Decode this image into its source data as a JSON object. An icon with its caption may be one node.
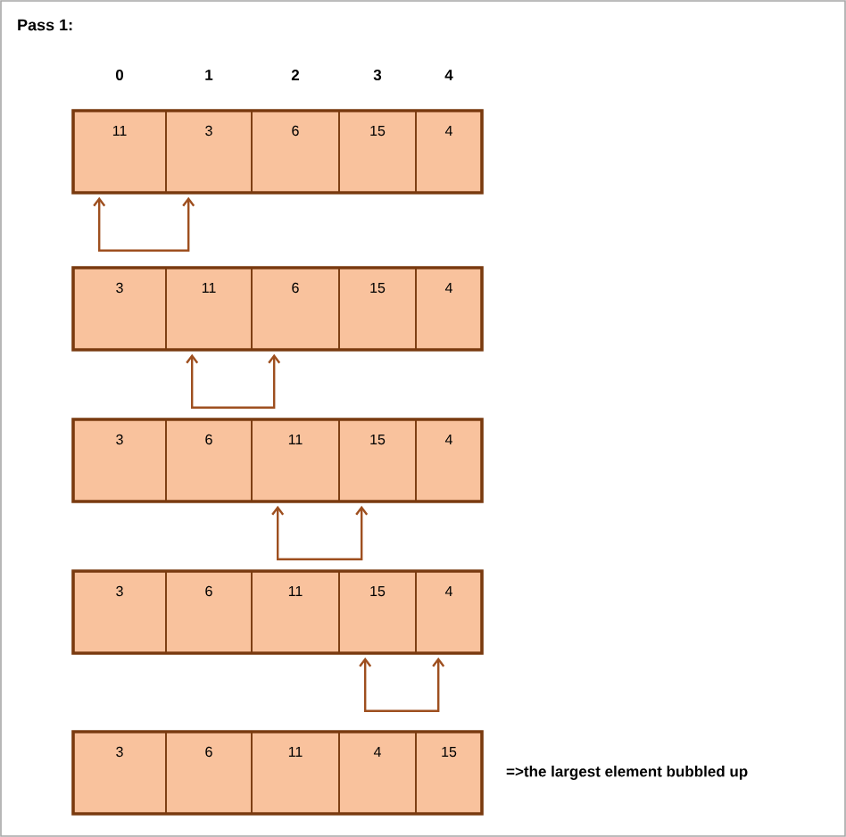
{
  "diagram": {
    "title": "Pass 1:",
    "nodes": [
      {
        "text": [],
        "shape": "box"
      },
      {
        "text": [
          "11"
        ],
        "in": 0
      },
      {
        "text": [
          "3"
        ],
        "in": 0
      },
      {
        "text": [
          "6"
        ],
        "in": 0
      },
      {
        "text": [
          "15"
        ],
        "in": 0
      },
      {
        "text": [
          "4"
        ],
        "in": 0
      },
      {
        "text": [],
        "shape": "box"
      },
      {
        "text": [
          "3"
        ],
        "in": 6
      },
      {
        "text": [
          "11"
        ],
        "in": 6
      },
      {
        "text": [
          "6"
        ],
        "in": 6
      },
      {
        "text": [
          "15"
        ],
        "in": 6
      },
      {
        "text": [
          "4"
        ],
        "in": 6
      },
      {
        "text": [],
        "shape": "box"
      },
      {
        "text": [
          "3"
        ],
        "in": 12
      },
      {
        "text": [
          "6"
        ],
        "in": 12
      },
      {
        "text": [
          "11"
        ],
        "in": 12
      },
      {
        "text": [
          "15"
        ],
        "in": 12
      },
      {
        "text": [
          "4"
        ],
        "in": 12
      },
      {
        "text": [],
        "shape": "box"
      },
      {
        "text": [
          "3"
        ],
        "in": 18
      },
      {
        "text": [
          "6"
        ],
        "in": 18
      },
      {
        "text": [
          "11"
        ],
        "in": 18
      },
      {
        "text": [
          "15"
        ],
        "in": 18
      },
      {
        "text": [
          "4"
        ],
        "in": 18
      },
      {
        "text": [],
        "shape": "box",
        "beside": [
          "=>the largest element bubbled up"
        ]
      },
      {
        "text": [
          "3"
        ],
        "in": 24
      },
      {
        "text": [
          "6"
        ],
        "in": 24
      },
      {
        "text": [
          "11"
        ],
        "in": 24
      },
      {
        "text": [
          "4"
        ],
        "in": 24
      },
      {
        "text": [
          "15"
        ],
        "in": 24
      }
    ],
    "edges": [
      {
        "from": 1,
        "to": 2,
        "arrow": "both"
      },
      {
        "from": 8,
        "to": 9,
        "arrow": "both"
      },
      {
        "from": 15,
        "to": 16,
        "arrow": "both"
      },
      {
        "from": 22,
        "to": 23,
        "arrow": "both"
      }
    ],
    "labels": [
      "0",
      "1",
      "2",
      "3",
      "4"
    ]
  }
}
